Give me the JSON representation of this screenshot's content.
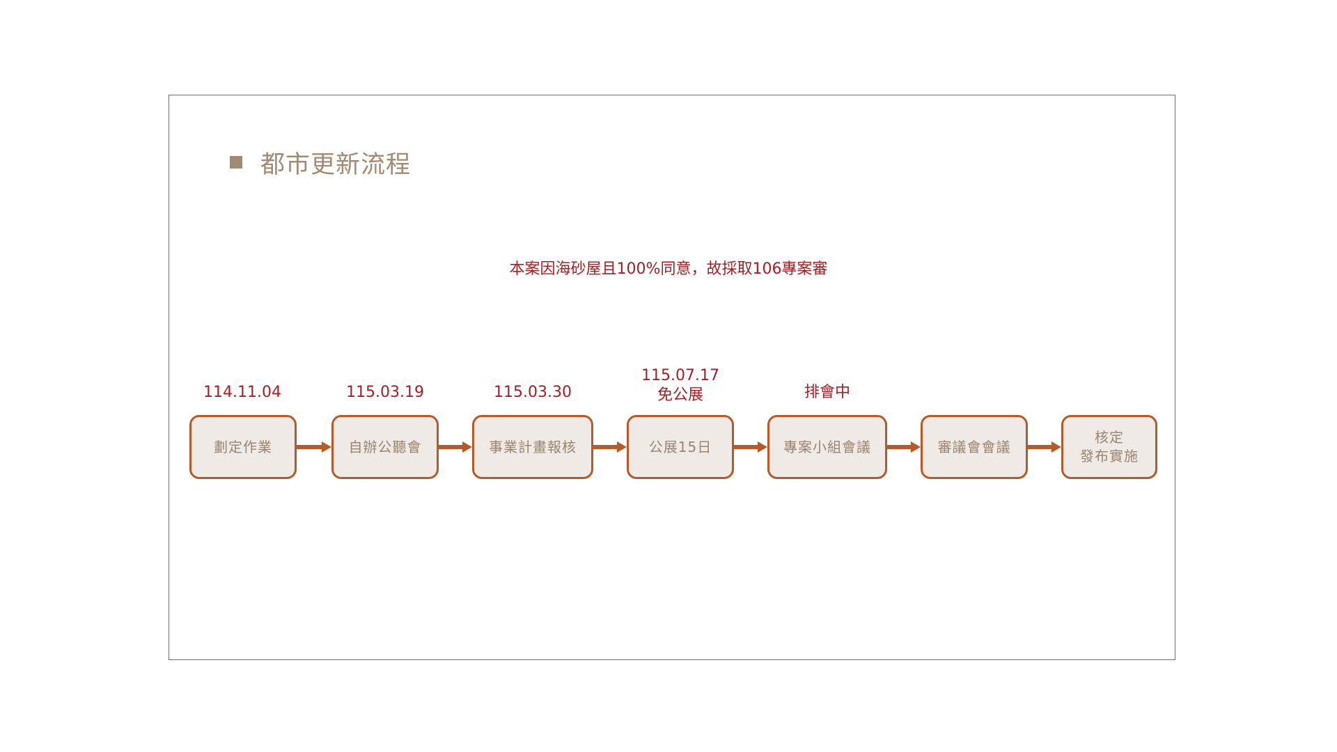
{
  "title": "都市更新流程",
  "note": "本案因海砂屋且100%同意，故採取106專案審",
  "colors": {
    "accent": "#b55a2b",
    "box_fill": "#efeae5",
    "box_text": "#9a8572",
    "date_text": "#a61f24",
    "title_text": "#a38a73"
  },
  "steps": [
    {
      "label": "劃定作業",
      "date": "114.11.04"
    },
    {
      "label": "自辦公聽會",
      "date": "115.03.19"
    },
    {
      "label": "事業計畫報核",
      "date": "115.03.30"
    },
    {
      "label": "公展15日",
      "date": "115.07.17\n免公展"
    },
    {
      "label": "專案小組會議",
      "date": "排會中"
    },
    {
      "label": "審議會會議",
      "date": ""
    },
    {
      "label": "核定\n發布實施",
      "date": ""
    }
  ]
}
